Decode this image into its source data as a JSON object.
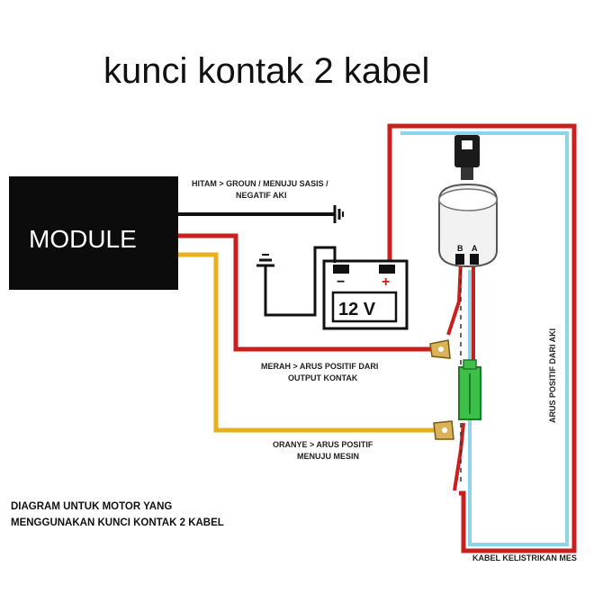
{
  "title": "kunci kontak 2 kabel",
  "module": {
    "label": "MODULE"
  },
  "battery": {
    "voltage": "12 V",
    "neg_symbol": "−",
    "pos_symbol": "+"
  },
  "ignition": {
    "pin_b": "B",
    "pin_a": "A"
  },
  "labels": {
    "black_line1": "HITAM > GROUN / MENUJU SASIS /",
    "black_line2": "NEGATIF AKI",
    "red_line1": "MERAH > ARUS POSITIF DARI",
    "red_line2": "OUTPUT KONTAK",
    "orange_line1": "ORANYE > ARUS POSITIF",
    "orange_line2": "MENUJU MESIN",
    "right_vertical": "ARUS POSITIF DARI AKI",
    "bottom_wire": "KABEL KELISTRIKAN MES"
  },
  "footer": {
    "line1": "DIAGRAM UNTUK MOTOR YANG",
    "line2": "MENGGUNAKAN KUNCI KONTAK 2 KABEL"
  },
  "colors": {
    "red_wire": "#c8201c",
    "orange_wire": "#e8b020",
    "black_wire": "#111111",
    "outline_wire": "#8fd3e8",
    "connector": "#3cc04a",
    "module_bg": "#0c0c0c"
  }
}
